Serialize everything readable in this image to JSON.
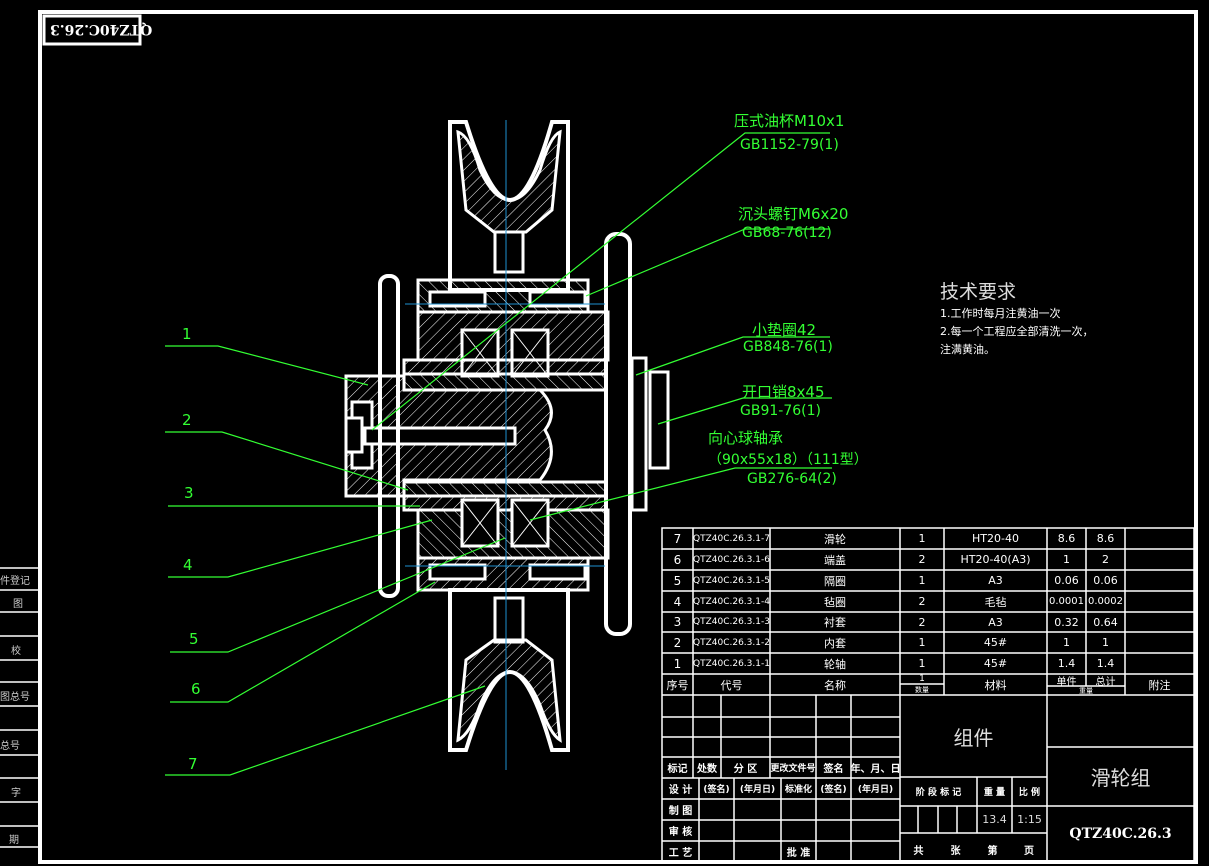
{
  "drawing_number_rotated": "QTZ40C.26.3",
  "callouts_right": [
    {
      "name": "压式油杯M10x1",
      "std": "GB1152-79(1)"
    },
    {
      "name": "沉头螺钉M6x20",
      "std": "GB68-76(12)"
    },
    {
      "name": "小垫圈42",
      "std": "GB848-76(1)"
    },
    {
      "name": "开口销8x45",
      "std": "GB91-76(1)"
    },
    {
      "name": "向心球轴承",
      "spec": "（90x55x18）（111型）",
      "std": "GB276-64(2)"
    }
  ],
  "callouts_left": [
    "1",
    "2",
    "3",
    "4",
    "5",
    "6",
    "7"
  ],
  "tech_requirements": {
    "title": "技术要求",
    "lines": [
      "1.工作时每月注黄油一次",
      "2.每一个工程应全部清洗一次，",
      "注满黄油。"
    ]
  },
  "side_strip": [
    "件登记",
    "图",
    "校",
    "图总号",
    "总号",
    "字",
    "期"
  ],
  "bom": {
    "rows": [
      {
        "no": "7",
        "code": "QTZ40C.26.3.1-7",
        "name": "滑轮",
        "qty": "1",
        "material": "HT20-40",
        "unit_w": "8.6",
        "total_w": "8.6",
        "note": ""
      },
      {
        "no": "6",
        "code": "QTZ40C.26.3.1-6",
        "name": "端盖",
        "qty": "2",
        "material": "HT20-40(A3)",
        "unit_w": "1",
        "total_w": "2",
        "note": ""
      },
      {
        "no": "5",
        "code": "QTZ40C.26.3.1-5",
        "name": "隔圈",
        "qty": "1",
        "material": "A3",
        "unit_w": "0.06",
        "total_w": "0.06",
        "note": ""
      },
      {
        "no": "4",
        "code": "QTZ40C.26.3.1-4",
        "name": "毡圈",
        "qty": "2",
        "material": "毛毡",
        "unit_w": "0.0001",
        "total_w": "0.0002",
        "note": ""
      },
      {
        "no": "3",
        "code": "QTZ40C.26.3.1-3",
        "name": "衬套",
        "qty": "2",
        "material": "A3",
        "unit_w": "0.32",
        "total_w": "0.64",
        "note": ""
      },
      {
        "no": "2",
        "code": "QTZ40C.26.3.1-2",
        "name": "内套",
        "qty": "1",
        "material": "45#",
        "unit_w": "1",
        "total_w": "1",
        "note": ""
      },
      {
        "no": "1",
        "code": "QTZ40C.26.3.1-1",
        "name": "轮轴",
        "qty": "1",
        "material": "45#",
        "unit_w": "1.4",
        "total_w": "1.4",
        "note": ""
      }
    ],
    "header": {
      "no": "序号",
      "code": "代号",
      "name": "名称",
      "qty": "1",
      "qty_sub": "数量",
      "material": "材料",
      "unit_w": "单件",
      "total_w": "总计",
      "weight_sub": "重量",
      "note": "附注"
    }
  },
  "title_block": {
    "rev_header": [
      "标记",
      "处数",
      "分 区",
      "更改文件号",
      "签名",
      "年、月、日"
    ],
    "sign_rows": [
      [
        "设 计",
        "(签名)",
        "(年月日)",
        "标准化",
        "(签名)",
        "(年月日)"
      ],
      [
        "制 图",
        "",
        "",
        "",
        "",
        ""
      ],
      [
        "审 核",
        "",
        "",
        "",
        "",
        ""
      ],
      [
        "工 艺",
        "",
        "",
        "批 准",
        "",
        ""
      ]
    ],
    "type_label": "组件",
    "stage_headers": [
      "阶 段 标 记",
      "重 量",
      "比 例"
    ],
    "weight": "13.4",
    "scale": "1:15",
    "sheet_text": [
      "共",
      "张",
      "第",
      "页"
    ],
    "drawing_name": "滑轮组",
    "drawing_number": "QTZ40C.26.3"
  },
  "colors": {
    "leader": "#33ff33",
    "center_line": "#1e90d0",
    "outline": "#ffffff",
    "background": "#000000"
  }
}
